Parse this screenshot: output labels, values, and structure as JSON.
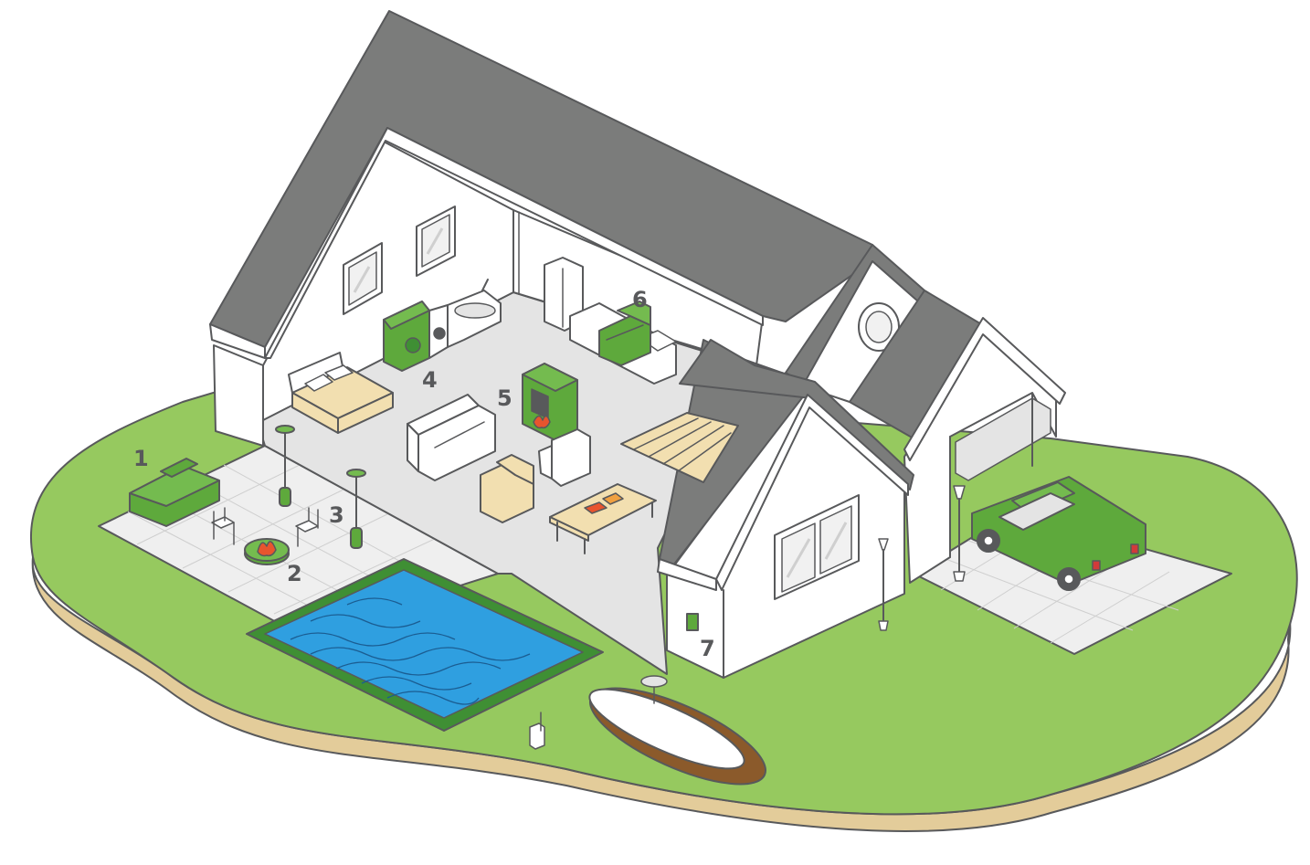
{
  "colors": {
    "grass": "#96c95f",
    "soil": "#e3cc9a",
    "roof": "#7b7c7b",
    "wall": "#ffffff",
    "floor": "#e4e4e4",
    "paving": "#efefef",
    "accent_green": "#5ea93c",
    "pool_water": "#2f9fe0",
    "pool_border": "#3f8f34",
    "wood": "#f2dfb0",
    "outline": "#58595b"
  },
  "labels": [
    {
      "id": "1",
      "text": "1",
      "refers_to": "outdoor-kitchen-grill-icon"
    },
    {
      "id": "2",
      "text": "2",
      "refers_to": "fire-pit-icon"
    },
    {
      "id": "3",
      "text": "3",
      "refers_to": "patio-heater-icon"
    },
    {
      "id": "4",
      "text": "4",
      "refers_to": "washer-dryer-icon"
    },
    {
      "id": "5",
      "text": "5",
      "refers_to": "fireplace-stove-icon"
    },
    {
      "id": "6",
      "text": "6",
      "refers_to": "kitchen-range-icon"
    },
    {
      "id": "7",
      "text": "7",
      "refers_to": "meter-box-icon"
    }
  ]
}
